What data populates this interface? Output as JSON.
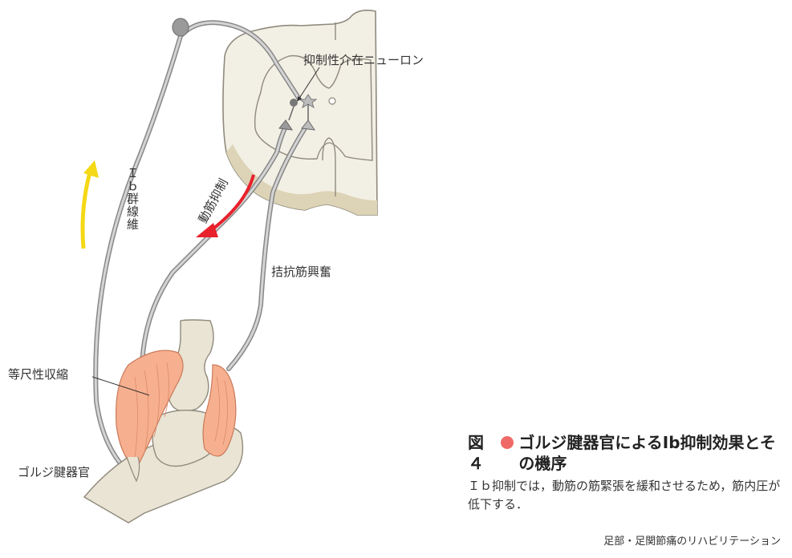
{
  "labels": {
    "inhibitory_interneuron": "抑制性介在ニューロン",
    "ib_fiber": "Ｉｂ群線維",
    "agonist_inhibition": "動筋抑制",
    "antagonist_excitation": "拮抗筋興奮",
    "isometric_contraction": "等尺性収縮",
    "golgi_tendon_organ": "ゴルジ腱器官"
  },
  "caption": {
    "figure_number": "図４",
    "title": "ゴルジ腱器官によるIb抑制効果とその機序",
    "description": "Ｉｂ抑制では，動筋の筋緊張を緩和させるため，筋内圧が低下する．"
  },
  "footer": "足部・足関節痛のリハビリテーション",
  "colors": {
    "yellow_arrow": "#f5d816",
    "red_arrow": "#e8212b",
    "caption_dot": "#ef6a67",
    "muscle": "#f7b08f",
    "spinal_cord": "#f2efe4"
  }
}
